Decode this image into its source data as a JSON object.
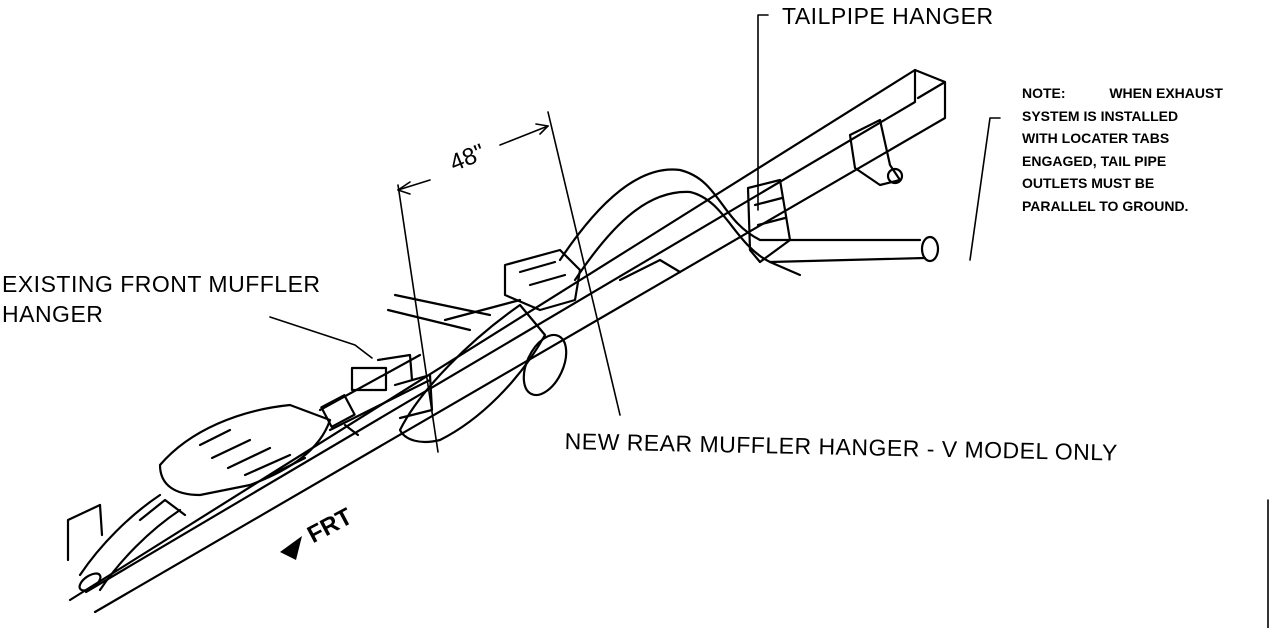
{
  "labels": {
    "tailpipe_hanger": "TAILPIPE  HANGER",
    "existing_front_line1": "EXISTING FRONT MUFFLER",
    "existing_front_line2": "HANGER",
    "new_rear": "NEW REAR MUFFLER HANGER - V MODEL ONLY",
    "dimension": "48\"",
    "frt": "FRT"
  },
  "note": {
    "heading": "NOTE:",
    "lines": [
      "WHEN EXHAUST",
      "SYSTEM IS INSTALLED",
      "WITH LOCATER TABS",
      "ENGAGED, TAIL PIPE",
      "OUTLETS MUST BE",
      "PARALLEL TO GROUND."
    ]
  },
  "colors": {
    "ink": "#000000",
    "paper": "#ffffff"
  }
}
